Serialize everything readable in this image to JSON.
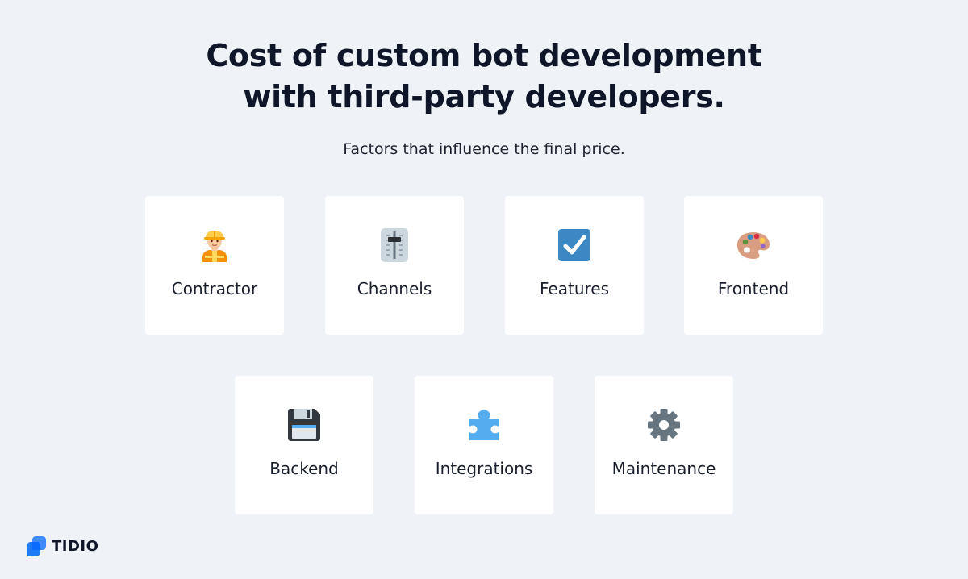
{
  "header": {
    "title_line1": "Cost of custom bot development",
    "title_line2": "with third-party developers.",
    "subtitle": "Factors that influence the final price."
  },
  "factors": [
    {
      "label": "Contractor",
      "icon": "construction-worker-icon"
    },
    {
      "label": "Channels",
      "icon": "level-slider-icon"
    },
    {
      "label": "Features",
      "icon": "check-box-icon"
    },
    {
      "label": "Frontend",
      "icon": "artist-palette-icon"
    },
    {
      "label": "Backend",
      "icon": "floppy-disk-icon"
    },
    {
      "label": "Integrations",
      "icon": "puzzle-piece-icon"
    },
    {
      "label": "Maintenance",
      "icon": "gear-icon"
    }
  ],
  "brand": {
    "name": "TIDIO",
    "color": "#1e7cf6"
  }
}
